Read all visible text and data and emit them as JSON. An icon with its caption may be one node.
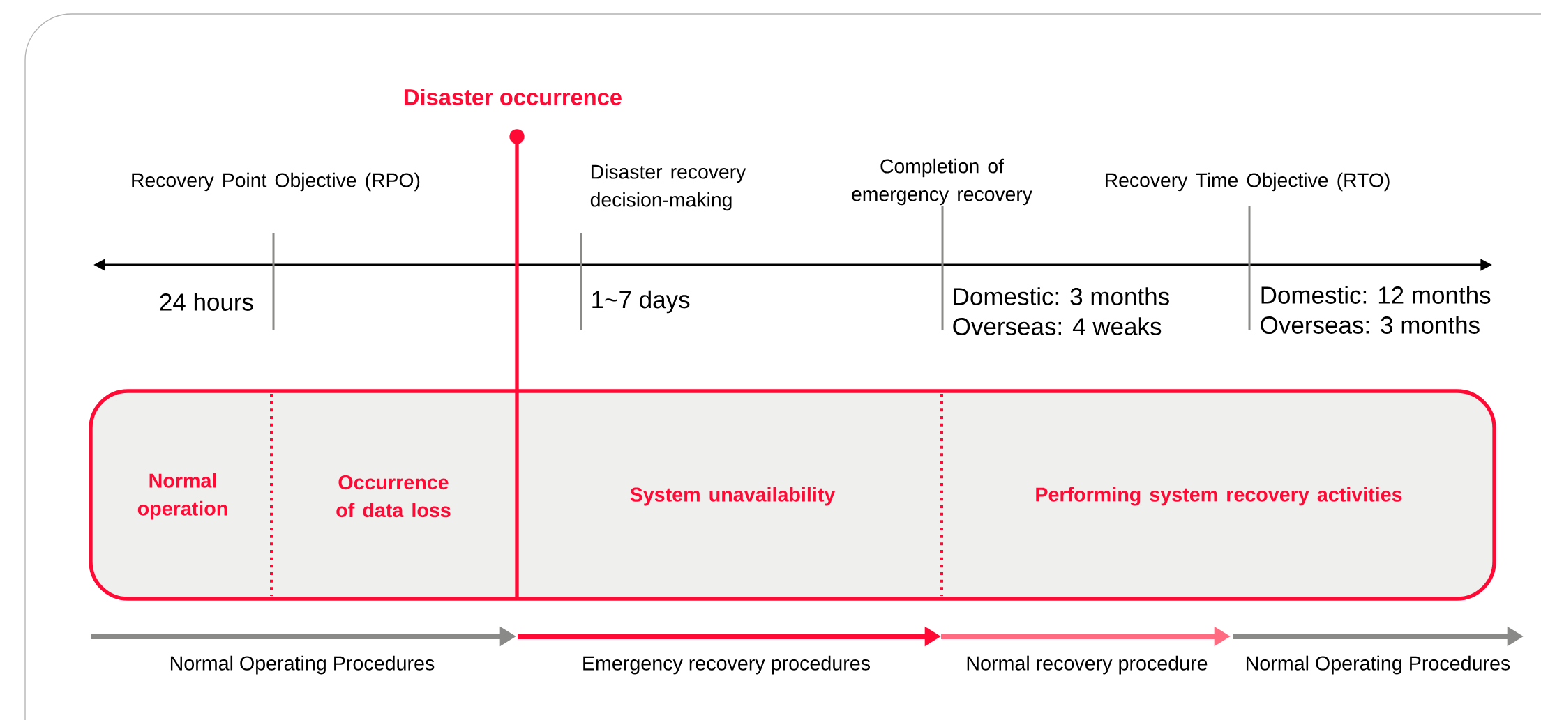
{
  "diagram": {
    "nodes": [
      {
        "text": [],
        "shape": "box"
      },
      {
        "text": [
          "Normal operation"
        ],
        "in": 0
      },
      {
        "text": [
          "Occurrence of data loss"
        ],
        "in": 0
      },
      {
        "text": [
          "System unavailability"
        ],
        "in": 0
      },
      {
        "text": [
          "Performing system recovery activities"
        ],
        "in": 0
      }
    ],
    "labels": [
      "Disaster occurrence",
      "Recovery Point Objective (RPO)",
      "Disaster recovery decision-making",
      "Completion of emergency recovery",
      "Recovery Time Objective (RTO)",
      "24 hours",
      "1~7 days",
      "Domestic: 3 months",
      "Overseas: 4 weaks",
      "Domestic: 12 months",
      "Overseas: 3 months",
      "Normal Operating Procedures",
      "Emergency recovery procedures",
      "Normal recovery procedure",
      "Normal Operating Procedures"
    ]
  }
}
